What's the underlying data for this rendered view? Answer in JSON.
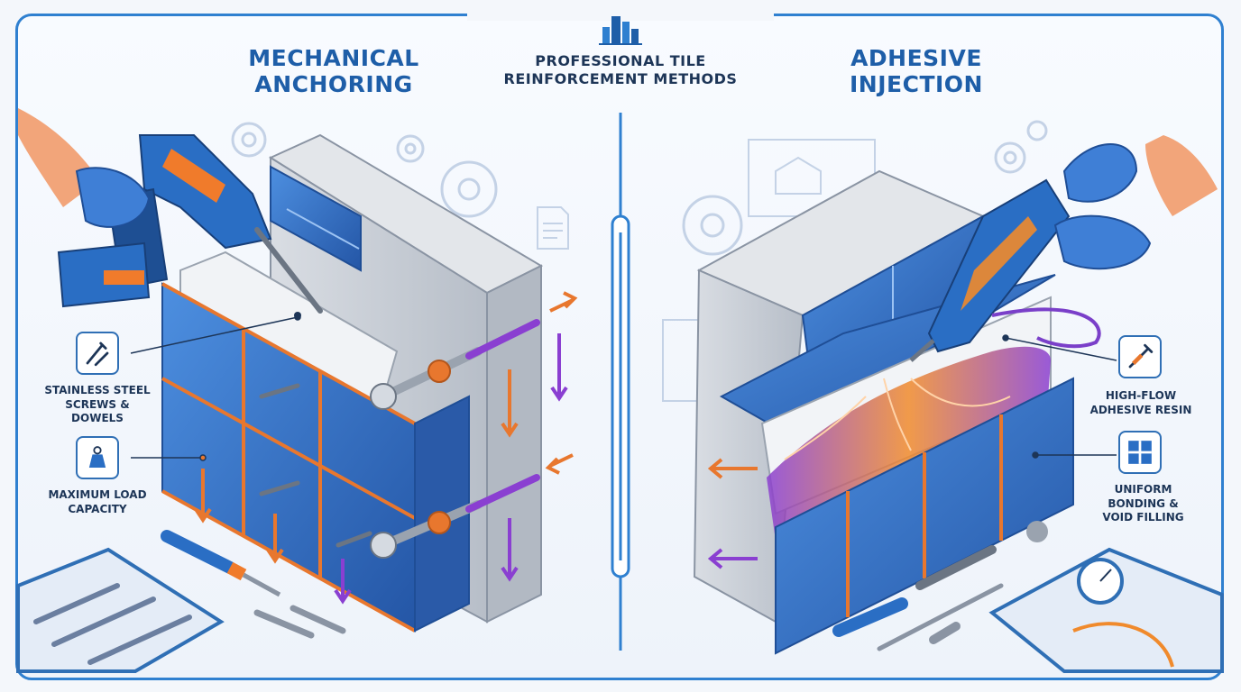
{
  "header": {
    "center_title": "PROFESSIONAL TILE REINFORCEMENT METHODS",
    "logo_icon": "building-icon"
  },
  "left_panel": {
    "title": "MECHANICAL ANCHORING",
    "callouts": [
      {
        "icon": "screws-icon",
        "label": "STAINLESS STEEL SCREWS & DOWELS"
      },
      {
        "icon": "weight-icon",
        "label": "MAXIMUM LOAD CAPACITY"
      }
    ]
  },
  "right_panel": {
    "title": "ADHESIVE INJECTION",
    "callouts": [
      {
        "icon": "syringe-icon",
        "label": "HIGH-FLOW ADHESIVE RESIN"
      },
      {
        "icon": "tile-grid-icon",
        "label": "UNIFORM BONDING & VOID FILLING"
      }
    ]
  },
  "colors": {
    "frame": "#2f80d0",
    "title": "#1e5ea8",
    "tile": "#2f6fc9",
    "grout": "#e8772e",
    "resin": "#f08a2c",
    "resin_purple": "#8a3fd1",
    "concrete": "#c9ced6"
  }
}
